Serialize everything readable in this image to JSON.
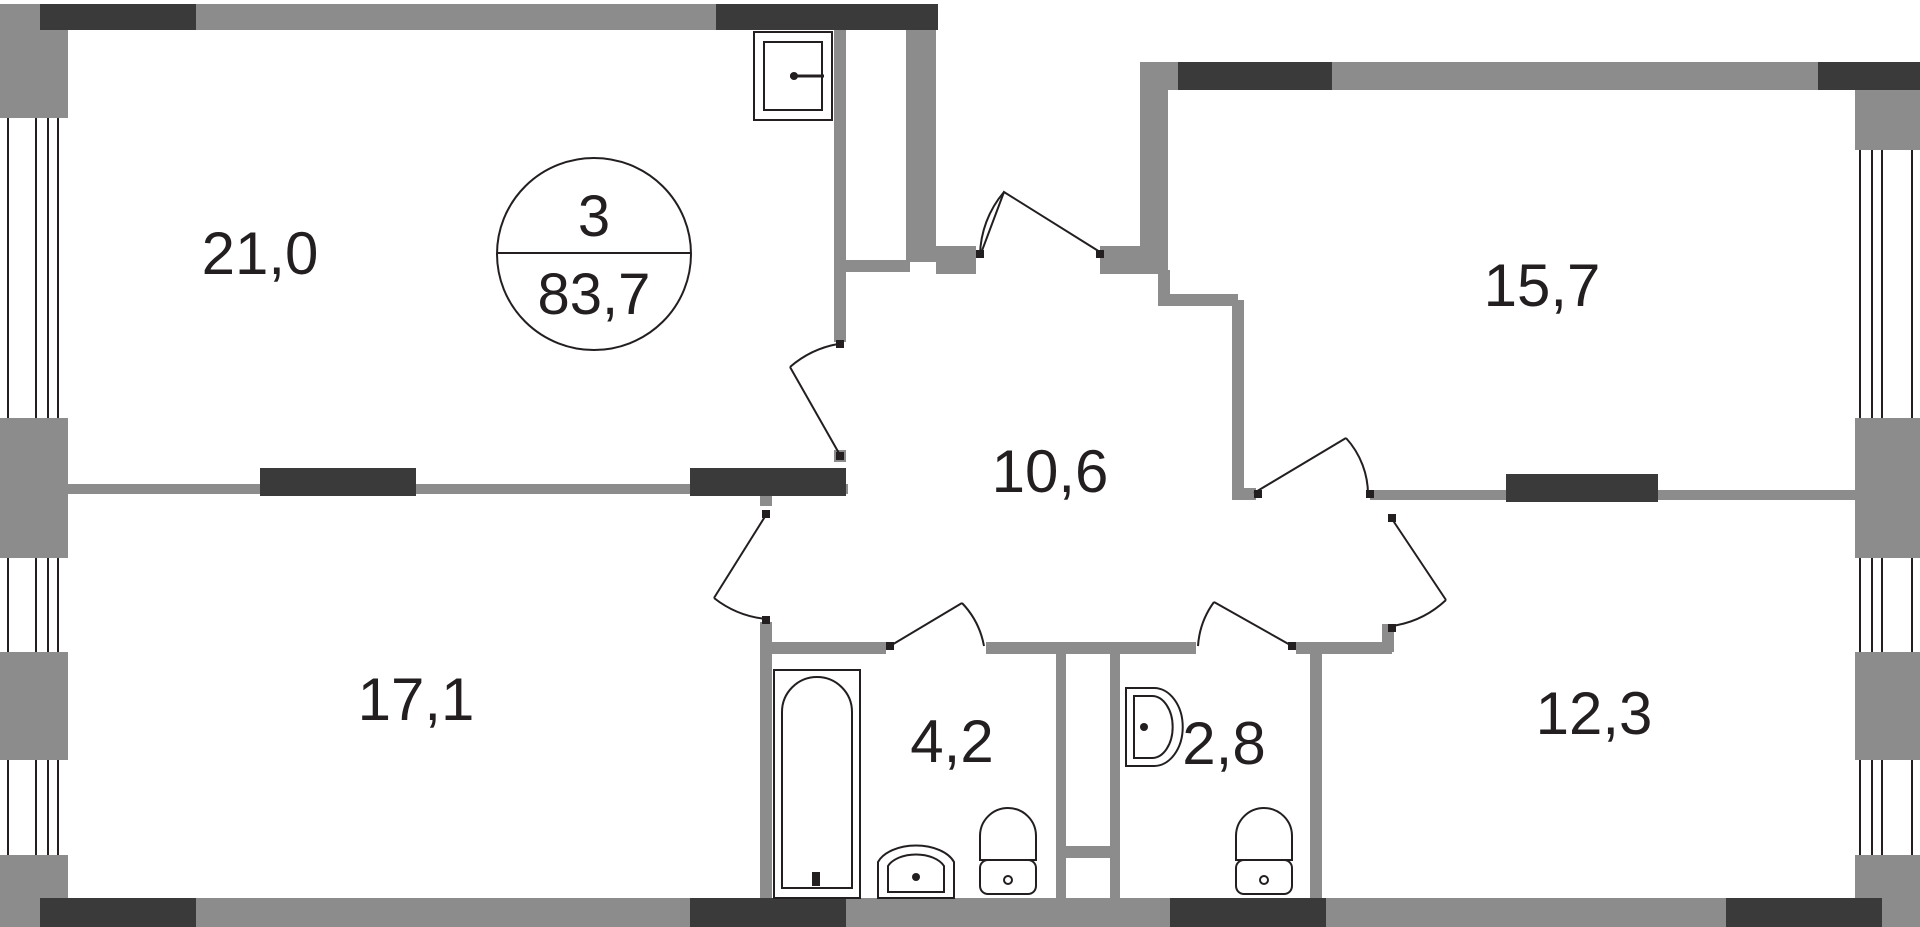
{
  "plan": {
    "room_count": "3",
    "total_area": "83,7",
    "rooms": [
      {
        "id": "room-top-left",
        "area": "21,0"
      },
      {
        "id": "room-top-right",
        "area": "15,7"
      },
      {
        "id": "hallway",
        "area": "10,6"
      },
      {
        "id": "room-bottom-left",
        "area": "17,1"
      },
      {
        "id": "bathroom",
        "area": "4,2"
      },
      {
        "id": "toilet",
        "area": "2,8"
      },
      {
        "id": "room-bottom-right",
        "area": "12,3"
      }
    ]
  },
  "colors": {
    "wall": "#8c8c8c",
    "window": "#3a3a3a",
    "line": "#231f20",
    "background": "#ffffff"
  }
}
